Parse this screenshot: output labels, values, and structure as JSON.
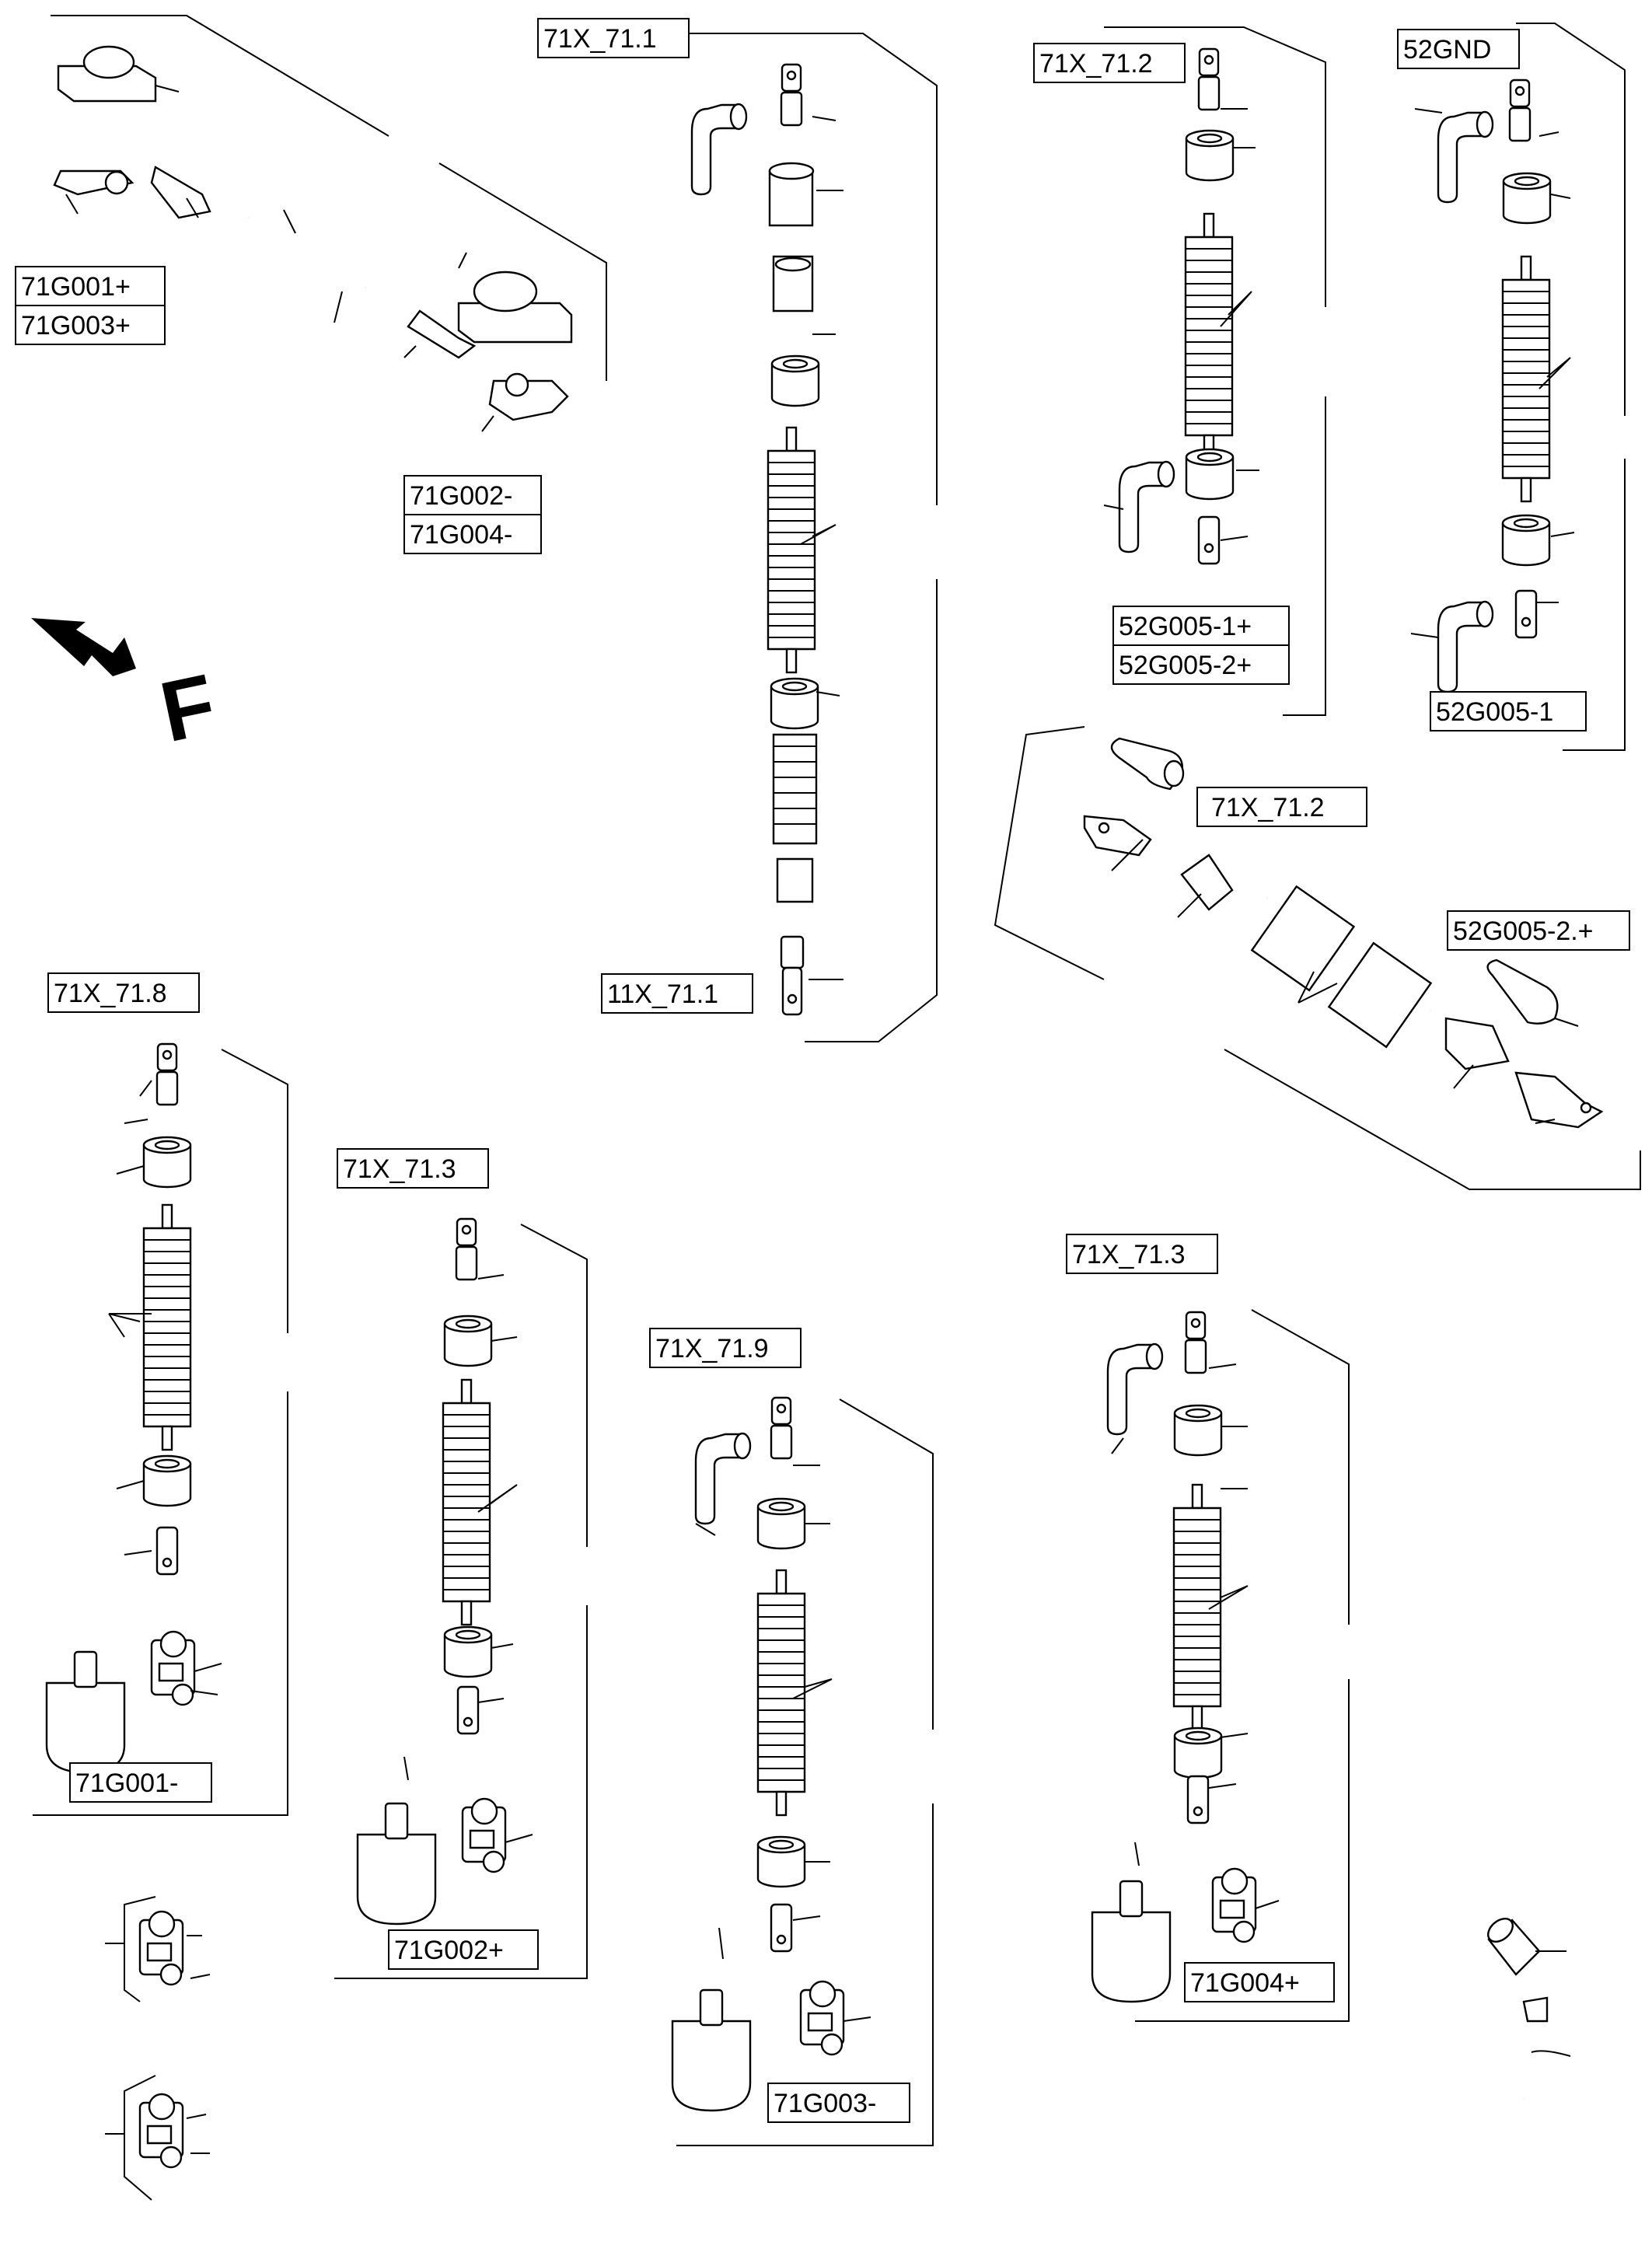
{
  "labels": {
    "l1": "71G001+",
    "l2": "71G003+",
    "l3": "71G002-",
    "l4": "71G004-",
    "l5": "71X_71.1",
    "l6": "11X_71.1",
    "l7": "71X_71.2",
    "l8": "52G005-1+",
    "l9": "52G005-2+",
    "l10": "52GND",
    "l11": "52G005-1",
    "l12": "71X_71.2",
    "l13": "52G005-2.+",
    "l14": "71X_71.8",
    "l15": "71G001-",
    "l16": "71X_71.3",
    "l17": "71G002+",
    "l18": "71X_71.9",
    "l19": "71G003-",
    "l20": "71X_71.3",
    "l21": "71G004+"
  },
  "direction_marker": "F"
}
